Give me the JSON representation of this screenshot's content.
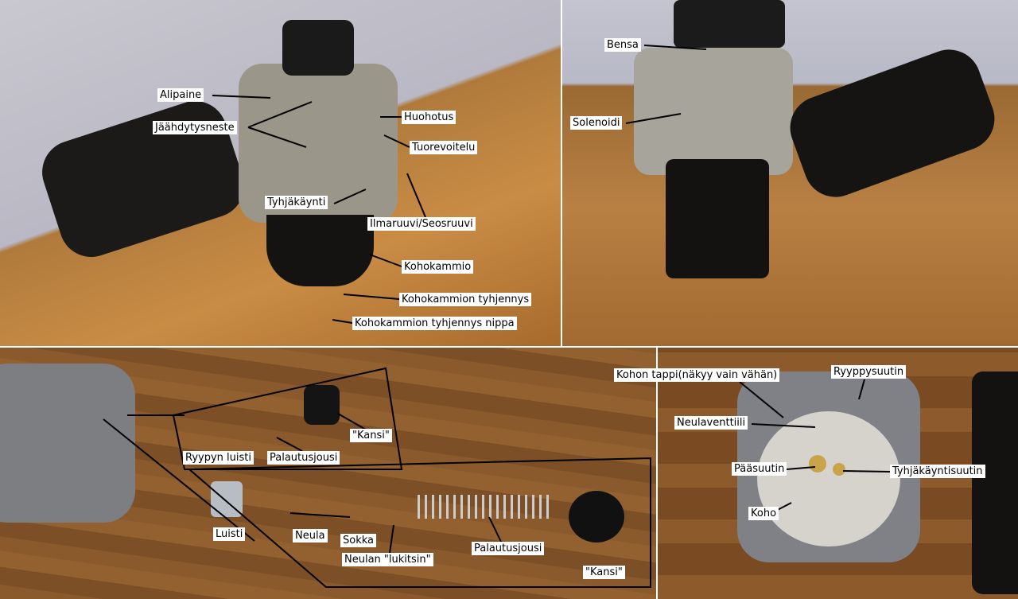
{
  "panel_top_left": {
    "labels": {
      "alipaine": "Alipaine",
      "jaahdytysneste": "Jäähdytysneste",
      "huohotus": "Huohotus",
      "tuorevoitelu": "Tuorevoitelu",
      "tyhjakaynti": "Tyhjäkäynti",
      "ilmaruuvi": "Ilmaruuvi/Seosruuvi",
      "kohokammio": "Kohokammio",
      "kohokammion_tyhjennys": "Kohokammion tyhjennys",
      "kohokammion_tyhjennys_nippa": "Kohokammion tyhjennys nippa"
    }
  },
  "panel_top_right": {
    "labels": {
      "bensa": "Bensa",
      "solenoidi": "Solenoidi"
    }
  },
  "panel_bottom_left": {
    "labels": {
      "ryypyn_luisti": "Ryypyn luisti",
      "palautusjousi_small": "Palautusjousi",
      "kansi_small": "\"Kansi\"",
      "luisti": "Luisti",
      "neula": "Neula",
      "sokka": "Sokka",
      "neulan_lukitsin": "Neulan \"lukitsin\"",
      "palautusjousi": "Palautusjousi",
      "kansi": "\"Kansi\""
    }
  },
  "panel_bottom_right": {
    "labels": {
      "kohon_tappi": "Kohon tappi(näkyy vain vähän)",
      "ryyppysuutin": "Ryyppysuutin",
      "neulaventtiili": "Neulaventtiili",
      "paasuutin": "Pääsuutin",
      "tyhjakayntisuutin": "Tyhjäkäyntisuutin",
      "koho": "Koho"
    }
  }
}
